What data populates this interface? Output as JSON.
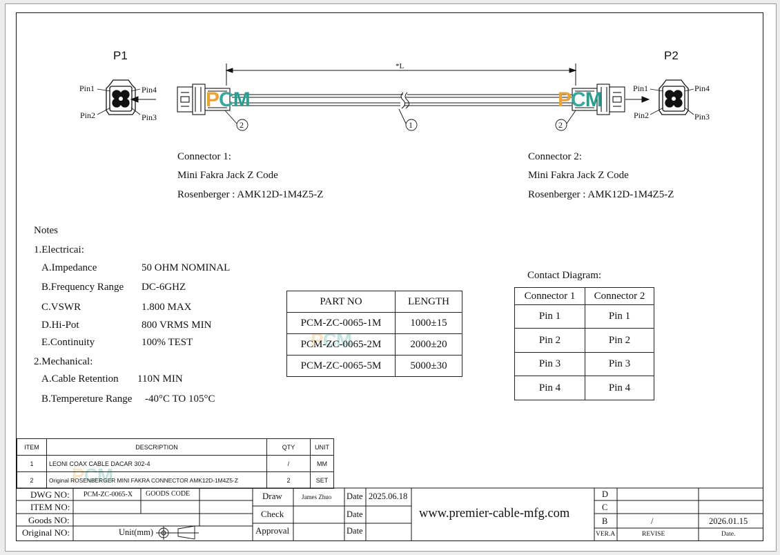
{
  "drawing": {
    "p1_label": "P1",
    "p2_label": "P2",
    "length_label": "*L",
    "pin_labels_left": [
      "Pin1",
      "Pin4",
      "Pin2",
      "Pin3"
    ],
    "pin_labels_right": [
      "Pin1",
      "Pin4",
      "Pin2",
      "Pin3"
    ],
    "callout_cable": "1",
    "callout_connector": "2",
    "watermark": [
      "P",
      "C",
      "M"
    ]
  },
  "connector1": {
    "title": "Connector 1:",
    "type": "Mini Fakra Jack Z Code",
    "part": "Rosenberger : AMK12D-1M4Z5-Z"
  },
  "connector2": {
    "title": "Connector 2:",
    "type": "Mini Fakra Jack Z Code",
    "part": "Rosenberger : AMK12D-1M4Z5-Z"
  },
  "notes": {
    "heading": "Notes",
    "electrical_heading": "1.Electricai:",
    "electrical": [
      {
        "label": "A.Impedance",
        "value": "50 OHM NOMINAL"
      },
      {
        "label": "B.Frequency Range",
        "value": "DC-6GHZ"
      },
      {
        "label": "C.VSWR",
        "value": "1.800 MAX"
      },
      {
        "label": "D.Hi-Pot",
        "value": "800 VRMS MIN"
      },
      {
        "label": "E.Continuity",
        "value": "100% TEST"
      }
    ],
    "mechanical_heading": "2.Mechanical:",
    "mechanical": [
      {
        "label": "A.Cable Retention",
        "value": "110N MIN"
      },
      {
        "label": "B.Tempereture Range",
        "value": "-40°C TO 105°C"
      }
    ]
  },
  "part_table": {
    "headers": [
      "PART NO",
      "LENGTH"
    ],
    "rows": [
      [
        "PCM-ZC-0065-1M",
        "1000±15"
      ],
      [
        "PCM-ZC-0065-2M",
        "2000±20"
      ],
      [
        "PCM-ZC-0065-5M",
        "5000±30"
      ]
    ]
  },
  "contact_diagram": {
    "title": "Contact Diagram:",
    "headers": [
      "Connector 1",
      "Connector 2"
    ],
    "rows": [
      [
        "Pin 1",
        "Pin 1"
      ],
      [
        "Pin 2",
        "Pin 2"
      ],
      [
        "Pin 3",
        "Pin 3"
      ],
      [
        "Pin 4",
        "Pin 4"
      ]
    ]
  },
  "bom": {
    "headers": [
      "ITEM",
      "DESCRIPTION",
      "QTY",
      "UNIT"
    ],
    "rows": [
      [
        "1",
        "LEONI COAX CABLE DACAR 302-4",
        "/",
        "MM"
      ],
      [
        "2",
        "Original ROSENBERGER MINI FAKRA CONNECTOR AMK12D-1M4Z5-Z",
        "2",
        "SET"
      ]
    ]
  },
  "title_block": {
    "dwg_no_label": "DWG NO:",
    "dwg_no": "PCM-ZC-0065-X",
    "goods_code_label": "GOODS CODE",
    "item_no_label": "ITEM NO:",
    "goods_no_label": "Goods NO:",
    "original_no_label": "Original NO:",
    "unit_label": "Unit(mm)",
    "draw_label": "Draw",
    "draw_name": "James Zhuo",
    "check_label": "Check",
    "approval_label": "Approval",
    "date_label": "Date",
    "draw_date": "2025.06.18",
    "website": "www.premier-cable-mfg.com",
    "rev_letters": [
      "D",
      "C",
      "B"
    ],
    "rev_b_revise": "/",
    "rev_b_date": "2026.01.15",
    "ver_label": "VER.A",
    "revise_label": "REVISE",
    "date_col_label": "Date."
  }
}
